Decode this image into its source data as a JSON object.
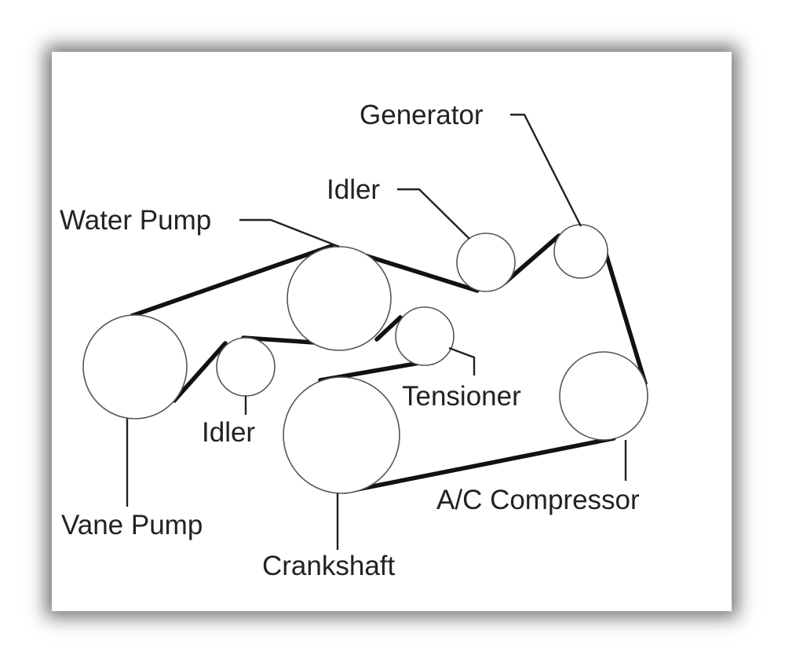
{
  "labels": {
    "generator": "Generator",
    "idler_top": "Idler",
    "water_pump": "Water Pump",
    "tensioner": "Tensioner",
    "idler_left": "Idler",
    "vane_pump": "Vane Pump",
    "ac_compressor": "A/C Compressor",
    "crankshaft": "Crankshaft"
  },
  "colors": {
    "belt": "#111111",
    "pulley_stroke": "#555555",
    "text": "#222222",
    "background": "#ffffff"
  }
}
